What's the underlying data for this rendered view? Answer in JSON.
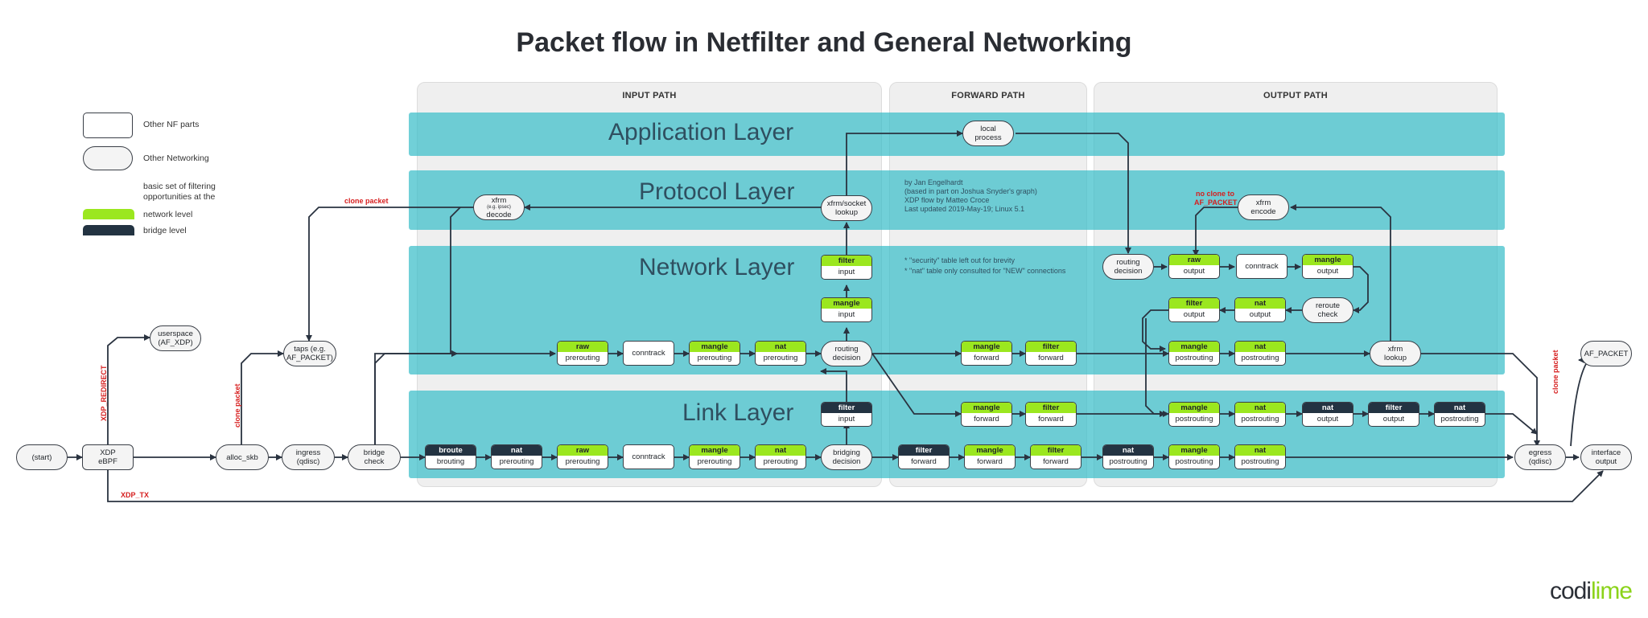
{
  "title": "Packet flow in Netfilter and General Networking",
  "paths": {
    "input": "INPUT PATH",
    "forward": "FORWARD PATH",
    "output": "OUTPUT PATH"
  },
  "layers": {
    "application": "Application Layer",
    "protocol": "Protocol Layer",
    "network": "Network Layer",
    "link": "Link Layer"
  },
  "legend": {
    "other_nf": "Other NF parts",
    "other_networking": "Other Networking",
    "basic_set_1": "basic set of filtering",
    "basic_set_2": "opportunities at the",
    "network_level": "network level",
    "bridge_level": "bridge level",
    "network_color": "#9be71f",
    "bridge_color": "#233342"
  },
  "notes": {
    "credit1": "by Jan Engelhardt",
    "credit2": "(based in part on Joshua Snyder's graph)",
    "credit3": "XDP flow by Matteo Croce",
    "credit4": "Last updated 2019-May-19; Linux 5.1",
    "note1": "* \"security\" table left out for brevity",
    "note2": "* \"nat\" table only consulted for \"NEW\" connections"
  },
  "red_labels": {
    "clone_top": "clone packet",
    "xdp_redirect": "XDP_REDIRECT",
    "clone_left": "clone packet",
    "xdp_tx": "XDP_TX",
    "no_clone_1": "no clone to",
    "no_clone_2": "AF_PACKET",
    "clone_right": "clone packet"
  },
  "nodes": {
    "start": "(start)",
    "xdp1": "XDP",
    "xdp2": "eBPF",
    "userspace1": "userspace",
    "userspace2": "(AF_XDP)",
    "alloc_skb": "alloc_skb",
    "taps1": "taps (e.g.",
    "taps2": "AF_PACKET)",
    "ingress1": "ingress",
    "ingress2": "(qdisc)",
    "bridge_check1": "bridge",
    "bridge_check2": "check",
    "xfrm_dec1": "xfrm",
    "xfrm_dec2": "(e.g. ipsec)",
    "xfrm_dec3": "decode",
    "conntrack": "conntrack",
    "routing1": "routing",
    "routing2": "decision",
    "bridging1": "bridging",
    "bridging2": "decision",
    "xfrm_sock1": "xfrm/socket",
    "xfrm_sock2": "lookup",
    "local1": "local",
    "local2": "process",
    "xfrm_enc1": "xfrm",
    "xfrm_enc2": "encode",
    "reroute1": "reroute",
    "reroute2": "check",
    "xfrm_lookup1": "xfrm",
    "xfrm_lookup2": "lookup",
    "egress1": "egress",
    "egress2": "(qdisc)",
    "af_packet": "AF_PACKET",
    "iface1": "interface",
    "iface2": "output"
  },
  "tables": {
    "raw": "raw",
    "mangle": "mangle",
    "nat": "nat",
    "filter": "filter",
    "broute": "broute"
  },
  "chains": {
    "prerouting": "prerouting",
    "input": "input",
    "forward": "forward",
    "output": "output",
    "postrouting": "postrouting",
    "brouting": "brouting"
  },
  "logo": {
    "part1": "codi",
    "part2": "lime",
    "color1": "#2b2f36",
    "color2": "#8bd31a"
  }
}
